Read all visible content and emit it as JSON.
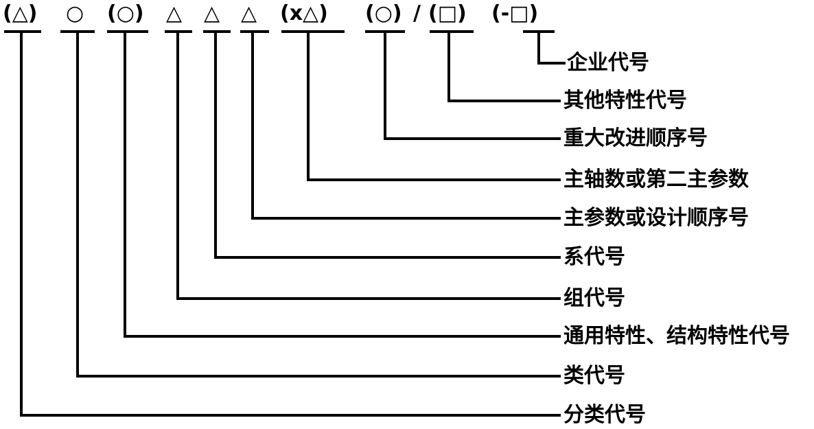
{
  "code_glyphs": [
    "(△)",
    "○",
    "(○)",
    "△",
    "△",
    "△",
    "(x△)",
    "(○)",
    "/",
    "(□)",
    "(-□)"
  ],
  "labels": [
    "企业代号",
    "其他特性代号",
    "重大改进顺序号",
    "主轴数或第二主参数",
    "主参数或设计顺序号",
    "系代号",
    "组代号",
    "通用特性、结构特性代号",
    "类代号",
    "分类代号"
  ],
  "colors": {
    "line": "#000000",
    "text": "#000000",
    "background": "#ffffff"
  }
}
